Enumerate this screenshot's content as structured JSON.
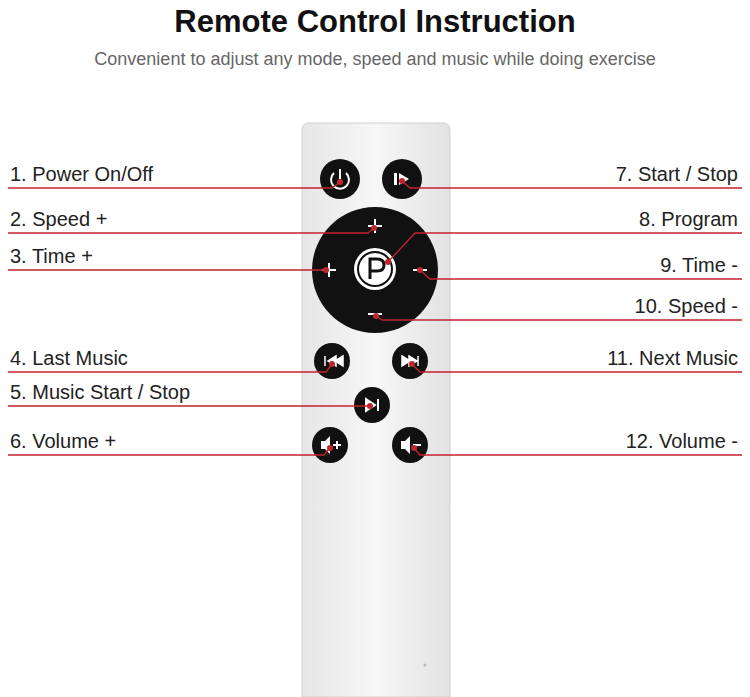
{
  "diagram": {
    "title": "Remote Control Instruction",
    "labels": [
      "Convenient to adjust any mode, speed and music while doing exercise",
      "1. Power On/Off",
      "2. Speed +",
      "3. Time +",
      "4. Last Music",
      "5. Music Start / Stop",
      "6. Volume +",
      "7. Start / Stop",
      "8. Program",
      "9. Time -",
      "10. Speed -",
      "11. Next Music",
      "12. Volume -"
    ]
  }
}
